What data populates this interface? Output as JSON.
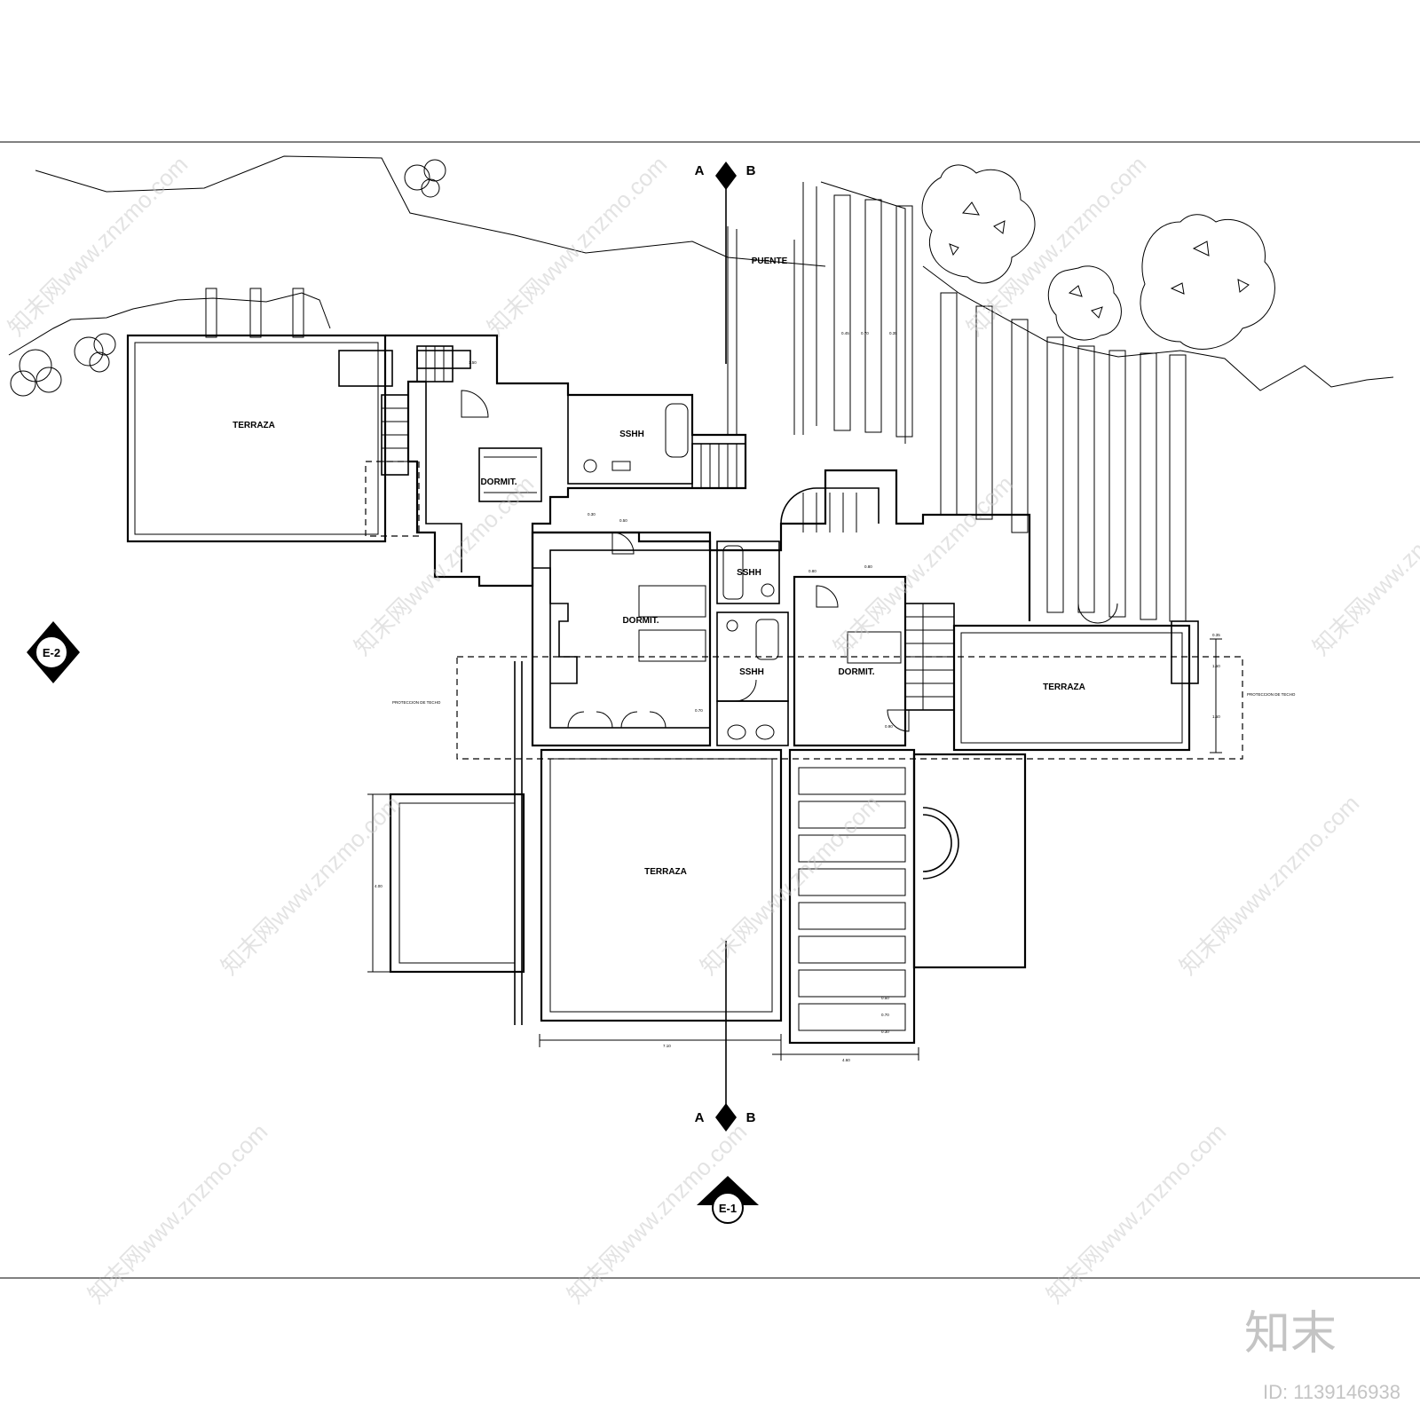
{
  "rooms": {
    "terraza_left": "TERRAZA",
    "dormit_top": "DORMIT.",
    "sshh_top": "SSHH",
    "puente": "PUENTE",
    "dormit_center": "DORMIT.",
    "sshh_mid": "SSHH",
    "sshh_lower": "SSHH",
    "dormit_right": "DORMIT.",
    "terraza_right": "TERRAZA",
    "terraza_bottom": "TERRAZA"
  },
  "section_marks": {
    "top_a": "A",
    "top_b": "B",
    "bottom_a": "A",
    "bottom_b": "B"
  },
  "elevation_marks": {
    "left": "E-2",
    "bottom": "E-1"
  },
  "notes": {
    "roof_left": "PROTECCION DE TECHO",
    "roof_right": "PROTECCION DE TECHO"
  },
  "dimensions": {
    "stair_top": "1.50",
    "trench_a": "0.45",
    "trench_b": "0.70",
    "trench_c": "0.35",
    "hall_v": "0.30",
    "hall_h": "0.50",
    "sshh_h": "0.80",
    "sshh_v": "0.80",
    "closet_v": "0.70",
    "dormit_r_v": "0.90",
    "terr_r_a": "0.35",
    "terr_r_b": "1.50",
    "terr_r_c": "1.50",
    "terr_left_v": "4.00",
    "steps_a": "0.50",
    "steps_b": "0.70",
    "steps_c": "0.30",
    "bottom_a": "7.10",
    "bottom_b": "4.60"
  },
  "watermark": {
    "text": "知末网www.znzmo.com",
    "brand": "知末",
    "id": "ID: 1139146938"
  }
}
